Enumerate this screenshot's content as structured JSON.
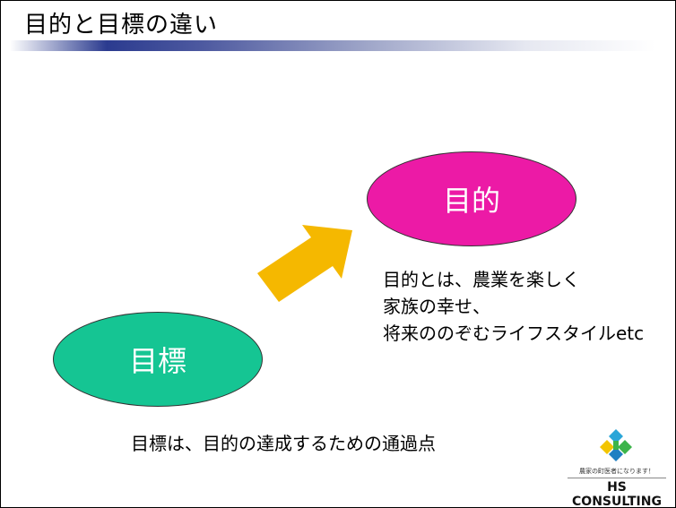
{
  "title": "目的と目標の違い",
  "purpose": {
    "label": "目的",
    "description": [
      "目的とは、農業を楽しく",
      "家族の幸せ、",
      "将来ののぞむライフスタイルetc"
    ]
  },
  "goal": {
    "label": "目標",
    "caption": "目標は、目的の達成するための通過点"
  },
  "logo": {
    "tagline": "農家の町医者になります！",
    "name": "HS CONSULTING"
  },
  "colors": {
    "purpose_fill": "#ec1aa6",
    "goal_fill": "#15c593",
    "arrow_fill": "#f5b800",
    "title_bar": "#2b3b8f"
  }
}
